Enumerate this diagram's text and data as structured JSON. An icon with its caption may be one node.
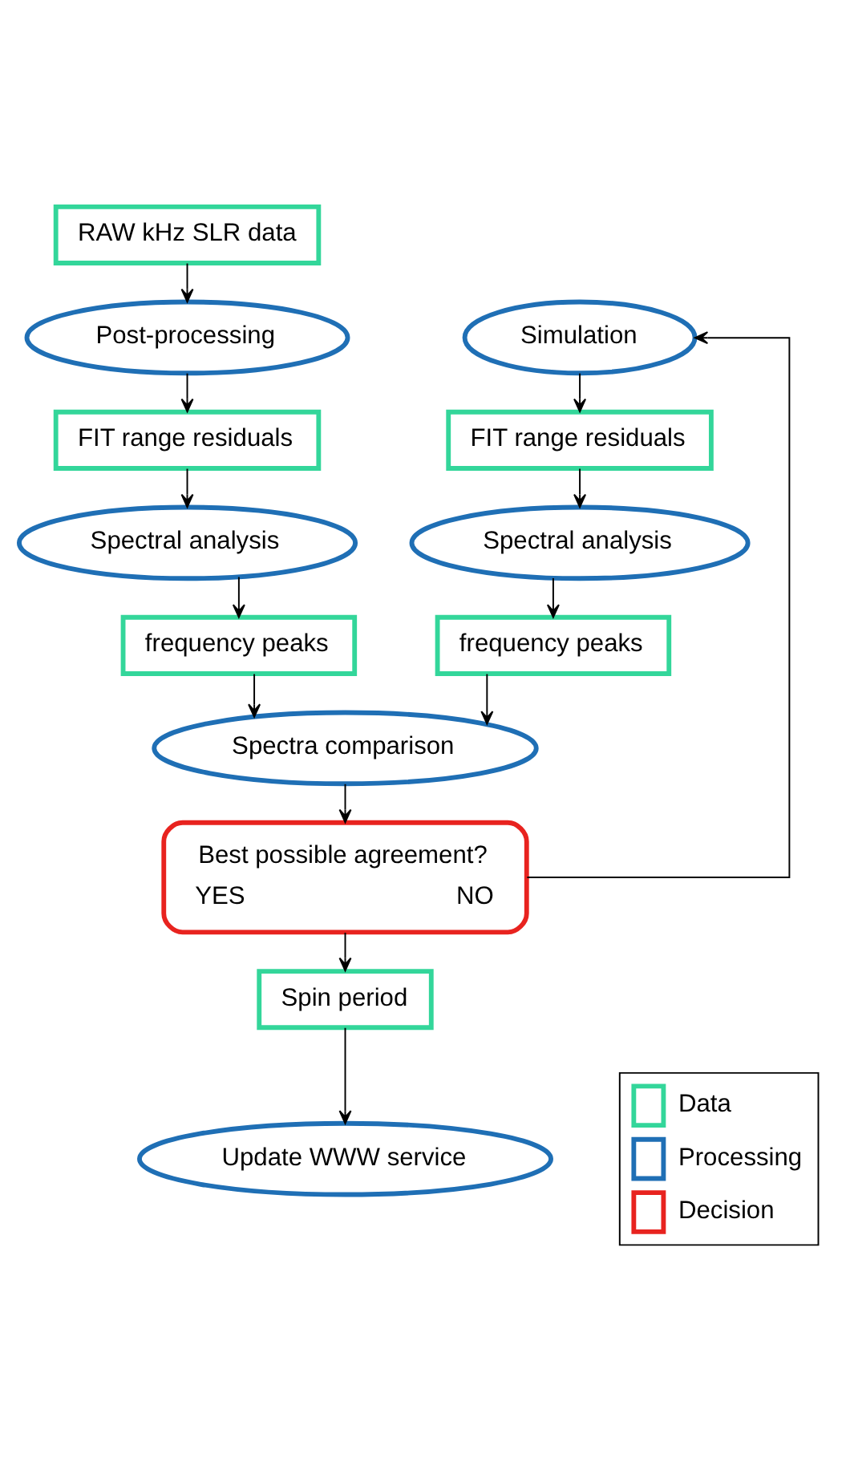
{
  "diagram": {
    "nodes": [
      {
        "text": [
          "RAW kHz SLR data"
        ]
      },
      {
        "text": [
          "Post-processing"
        ]
      },
      {
        "text": [
          "FIT range residuals"
        ]
      },
      {
        "text": [
          "Spectral analysis"
        ]
      },
      {
        "text": [
          "frequency peaks"
        ]
      },
      {
        "text": [
          "Simulation"
        ]
      },
      {
        "text": [
          "FIT range residuals"
        ]
      },
      {
        "text": [
          "Spectral analysis"
        ]
      },
      {
        "text": [
          "frequency peaks"
        ]
      },
      {
        "text": [
          "Spectra comparison"
        ]
      },
      {
        "text": [
          "Best possible agreement?",
          "YES",
          "NO"
        ]
      },
      {
        "text": [
          "Spin period"
        ]
      },
      {
        "text": [
          "Update WWW service"
        ]
      }
    ],
    "edges": [
      {
        "from": 0,
        "to": 1,
        "arrow": "to"
      },
      {
        "from": 1,
        "to": 2,
        "arrow": "to"
      },
      {
        "from": 2,
        "to": 3,
        "arrow": "to"
      },
      {
        "from": 3,
        "to": 4,
        "arrow": "to"
      },
      {
        "from": 5,
        "to": 6,
        "arrow": "to"
      },
      {
        "from": 6,
        "to": 7,
        "arrow": "to"
      },
      {
        "from": 7,
        "to": 8,
        "arrow": "to"
      },
      {
        "from": 4,
        "to": 9,
        "arrow": "to"
      },
      {
        "from": 8,
        "to": 9,
        "arrow": "to"
      },
      {
        "from": 9,
        "to": 10,
        "arrow": "to"
      },
      {
        "from": 10,
        "to": 11,
        "arrow": "to"
      },
      {
        "from": 10,
        "to": 5,
        "arrow": "to"
      },
      {
        "from": 11,
        "to": 12,
        "arrow": "to"
      }
    ],
    "legend": [
      {
        "text": "Data",
        "color": "#33d69a"
      },
      {
        "text": "Processing",
        "color": "#1f6fb5"
      },
      {
        "text": "Decision",
        "color": "#e8231f"
      }
    ]
  }
}
